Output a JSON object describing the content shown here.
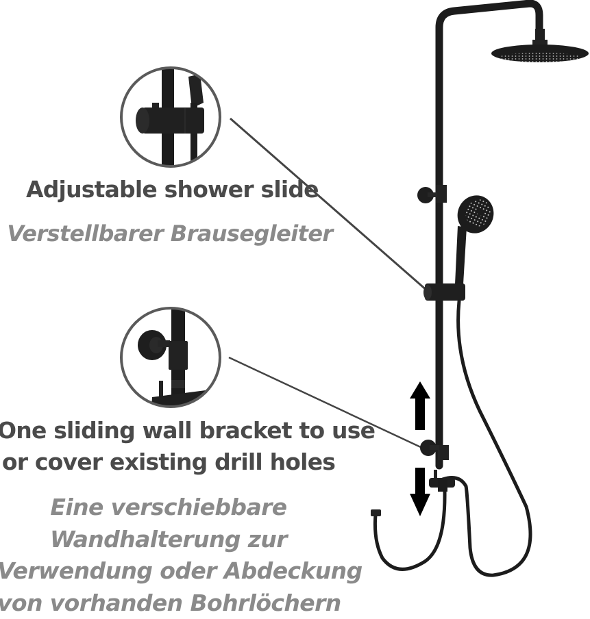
{
  "features": [
    {
      "id": "adjustable-slide",
      "title_en": "Adjustable shower slide",
      "title_de": "Verstellbarer Brausegleiter",
      "detail_icon": "shower-slide-closeup"
    },
    {
      "id": "sliding-bracket",
      "title_en_lines": [
        "One sliding wall bracket to use",
        "or cover existing drill holes"
      ],
      "title_de_lines": [
        "Eine verschiebbare",
        "Wandhalterung zur",
        "Verwendung oder Abdeckung",
        "von vorhanden Bohrlöchern"
      ],
      "detail_icon": "wall-bracket-closeup"
    }
  ],
  "product": {
    "name": "shower-system",
    "color": "#1e1e1e",
    "parts": [
      "rain-shower-head",
      "hand-shower",
      "shower-slide",
      "wall-bracket-upper",
      "wall-bracket-lower",
      "diverter",
      "shower-hose",
      "supply-hose"
    ]
  },
  "indicators": {
    "arrow_up": "arrow-up-icon",
    "arrow_down": "arrow-down-icon"
  },
  "colors": {
    "text_en": "#4a4a4a",
    "text_de": "#8a8a8a",
    "circle_border": "#5a5a5a",
    "leader_line": "#444444",
    "product_black": "#1e1e1e"
  }
}
